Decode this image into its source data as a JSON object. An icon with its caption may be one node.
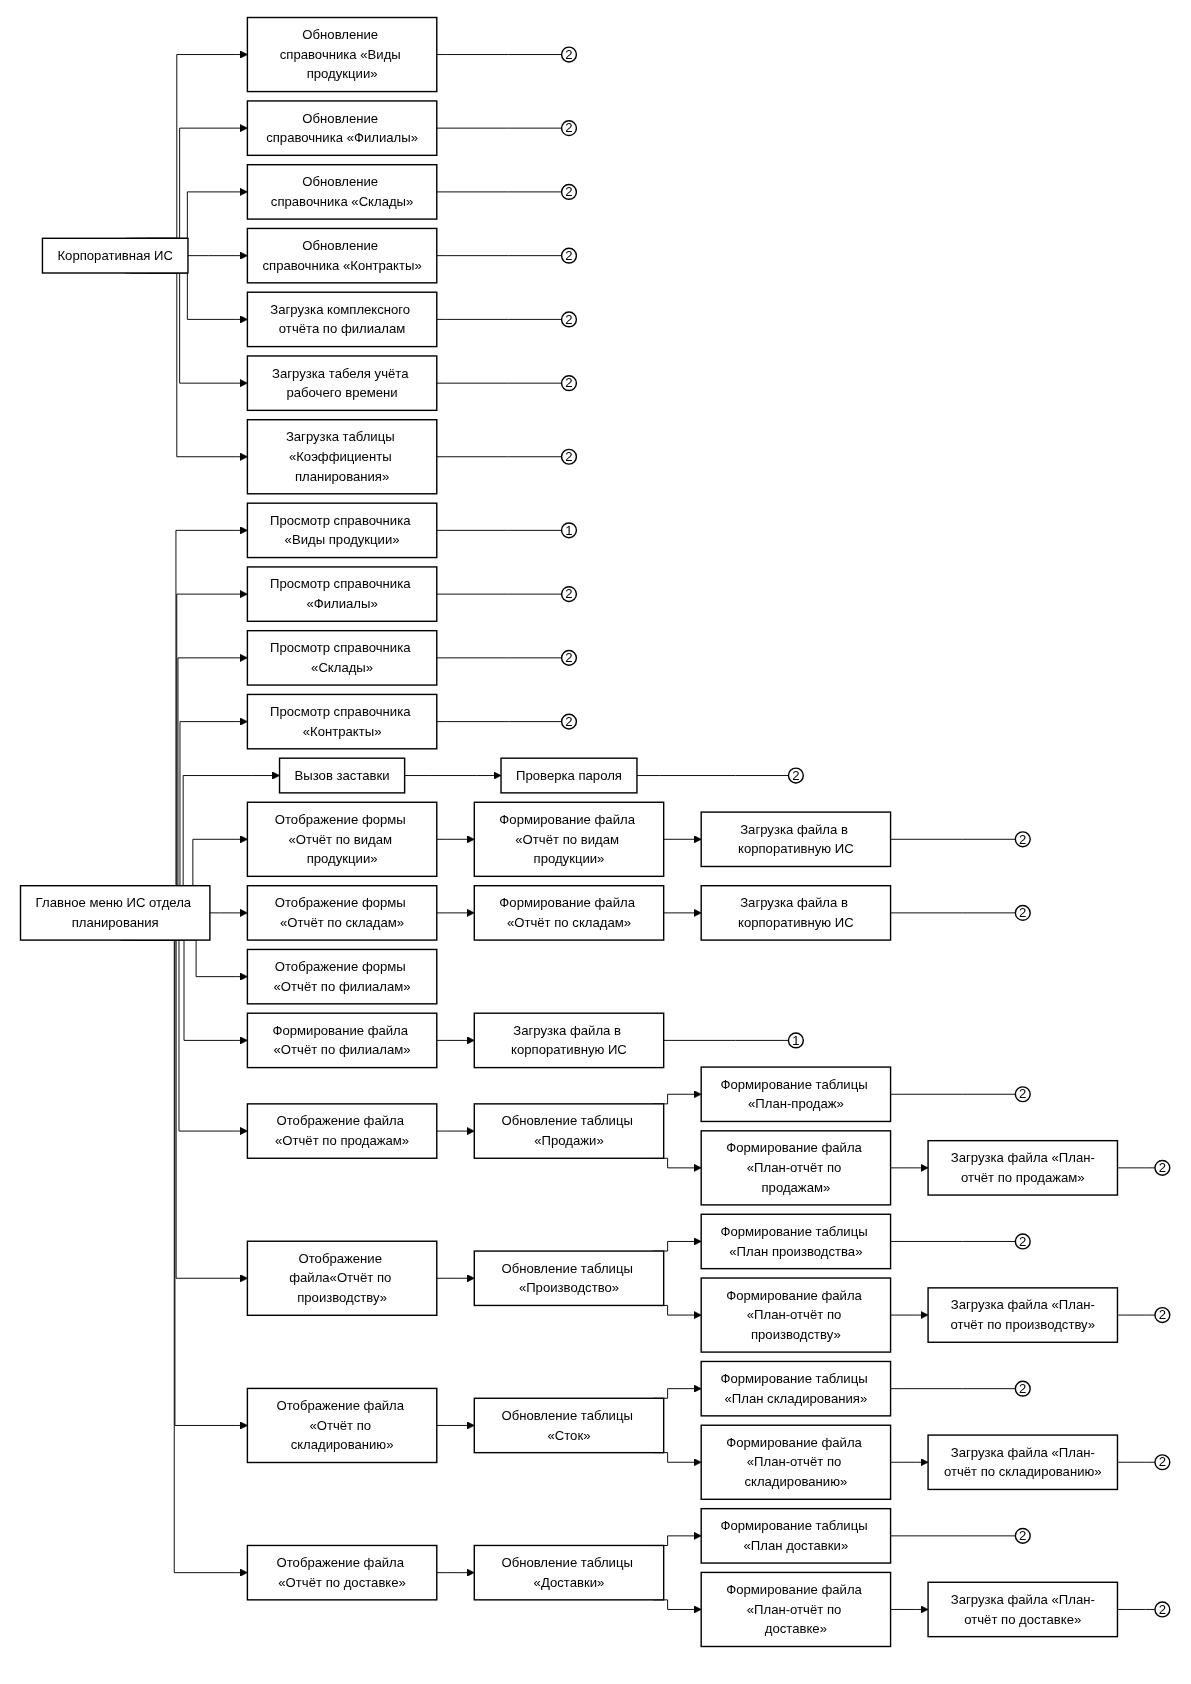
{
  "diagram": {
    "nodes": [
      {
        "text": [
          "Корпоративная ИС"
        ]
      },
      {
        "text": [
          "Главное меню ИС отдела планирования"
        ]
      },
      {
        "text": [
          "Просмотр справочника «Виды продукции»"
        ]
      },
      {
        "text": [
          "1"
        ]
      },
      {
        "text": [
          "Просмотр справочника «Филиалы»"
        ]
      },
      {
        "text": [
          "2"
        ]
      },
      {
        "text": [
          "Просмотр справочника «Склады»"
        ]
      },
      {
        "text": [
          "2"
        ]
      },
      {
        "text": [
          "Просмотр справочника «Контракты»"
        ]
      },
      {
        "text": [
          "2"
        ]
      },
      {
        "text": [
          "Вызов заставки"
        ]
      },
      {
        "text": [
          "Проверка пароля"
        ]
      },
      {
        "text": [
          "2"
        ]
      },
      {
        "text": [
          "Обновление справочника «Виды продукции»"
        ]
      },
      {
        "text": [
          "2"
        ]
      },
      {
        "text": [
          "Обновление справочника «Филиалы»"
        ]
      },
      {
        "text": [
          "2"
        ]
      },
      {
        "text": [
          "Обновление справочника «Склады»"
        ]
      },
      {
        "text": [
          "2"
        ]
      },
      {
        "text": [
          "Обновление справочника «Контракты»"
        ]
      },
      {
        "text": [
          "2"
        ]
      },
      {
        "text": [
          "Загрузка комплексного отчёта по филиалам"
        ]
      },
      {
        "text": [
          "2"
        ]
      },
      {
        "text": [
          "Загрузка табеля учёта рабочего времени"
        ]
      },
      {
        "text": [
          "2"
        ]
      },
      {
        "text": [
          "Загрузка таблицы «Коэффициенты планирования»"
        ]
      },
      {
        "text": [
          "2"
        ]
      },
      {
        "text": [
          "Отображение формы «Отчёт по видам продукции»"
        ]
      },
      {
        "text": [
          "Формирование файла «Отчёт по видам продукции»"
        ]
      },
      {
        "text": [
          "Загрузка файла в корпоративную ИС"
        ]
      },
      {
        "text": [
          "2"
        ]
      },
      {
        "text": [
          "Отображение формы «Отчёт по складам»"
        ]
      },
      {
        "text": [
          "Формирование файла «Отчёт по складам»"
        ]
      },
      {
        "text": [
          "Загрузка файла в корпоративную ИС"
        ]
      },
      {
        "text": [
          "2"
        ]
      },
      {
        "text": [
          "Отображение формы «Отчёт по филиалам»"
        ]
      },
      {
        "text": [
          "Формирование файла «Отчёт по филиалам»"
        ]
      },
      {
        "text": [
          "Загрузка файла в корпоративную ИС"
        ]
      },
      {
        "text": [
          "1"
        ]
      },
      {
        "text": [
          "Отображение файла «Отчёт по продажам»"
        ]
      },
      {
        "text": [
          "Обновление таблицы «Продажи»"
        ]
      },
      {
        "text": [
          "Формирование таблицы «План-продаж»"
        ]
      },
      {
        "text": [
          "2"
        ]
      },
      {
        "text": [
          "Формирование файла «План-отчёт по продажам»"
        ]
      },
      {
        "text": [
          "Загрузка файла «План-отчёт по продажам»"
        ]
      },
      {
        "text": [
          "2"
        ]
      },
      {
        "text": [
          "Отображение файла«Отчёт по производству»"
        ]
      },
      {
        "text": [
          "Обновление таблицы «Производство»"
        ]
      },
      {
        "text": [
          "Формирование таблицы «План производства»"
        ]
      },
      {
        "text": [
          "2"
        ]
      },
      {
        "text": [
          "Формирование файла «План-отчёт по производству»"
        ]
      },
      {
        "text": [
          "Загрузка файла «План-отчёт по производству»"
        ]
      },
      {
        "text": [
          "2"
        ]
      },
      {
        "text": [
          "Отображение файла «Отчёт по складированию»"
        ]
      },
      {
        "text": [
          "Обновление таблицы «Сток»"
        ]
      },
      {
        "text": [
          "Формирование таблицы «План складирования»"
        ]
      },
      {
        "text": [
          "2"
        ]
      },
      {
        "text": [
          "Формирование файла «План-отчёт по складированию»"
        ]
      },
      {
        "text": [
          "Загрузка файла «План-отчёт по складированию»"
        ]
      },
      {
        "text": [
          "2"
        ]
      },
      {
        "text": [
          "Отображение файла «Отчёт по доставке»"
        ]
      },
      {
        "text": [
          "Обновление таблицы «Доставки»"
        ]
      },
      {
        "text": [
          "Формирование таблицы «План доставки»"
        ]
      },
      {
        "text": [
          "2"
        ]
      },
      {
        "text": [
          "Формирование файла «План-отчёт по доставке»"
        ]
      },
      {
        "text": [
          "Загрузка файла «План-отчёт по доставке»"
        ]
      },
      {
        "text": [
          "2"
        ]
      }
    ],
    "edges": [
      {
        "from": 1,
        "to": 2,
        "arrow": "to"
      },
      {
        "from": 2,
        "to": 3,
        "arrow": "none"
      },
      {
        "from": 1,
        "to": 4,
        "arrow": "to"
      },
      {
        "from": 4,
        "to": 5,
        "arrow": "none"
      },
      {
        "from": 1,
        "to": 6,
        "arrow": "to"
      },
      {
        "from": 6,
        "to": 7,
        "arrow": "none"
      },
      {
        "from": 1,
        "to": 8,
        "arrow": "to"
      },
      {
        "from": 8,
        "to": 9,
        "arrow": "none"
      },
      {
        "from": 1,
        "to": 10,
        "arrow": "to"
      },
      {
        "from": 10,
        "to": 11,
        "arrow": "to"
      },
      {
        "from": 11,
        "to": 12,
        "arrow": "none"
      },
      {
        "from": 0,
        "to": 13,
        "arrow": "to"
      },
      {
        "from": 13,
        "to": 14,
        "arrow": "none"
      },
      {
        "from": 0,
        "to": 15,
        "arrow": "to"
      },
      {
        "from": 15,
        "to": 16,
        "arrow": "none"
      },
      {
        "from": 0,
        "to": 17,
        "arrow": "to"
      },
      {
        "from": 17,
        "to": 18,
        "arrow": "none"
      },
      {
        "from": 0,
        "to": 19,
        "arrow": "to"
      },
      {
        "from": 19,
        "to": 20,
        "arrow": "none"
      },
      {
        "from": 0,
        "to": 21,
        "arrow": "to"
      },
      {
        "from": 21,
        "to": 22,
        "arrow": "none"
      },
      {
        "from": 0,
        "to": 23,
        "arrow": "to"
      },
      {
        "from": 23,
        "to": 24,
        "arrow": "none"
      },
      {
        "from": 0,
        "to": 25,
        "arrow": "to"
      },
      {
        "from": 25,
        "to": 26,
        "arrow": "none"
      },
      {
        "from": 1,
        "to": 27,
        "arrow": "to"
      },
      {
        "from": 27,
        "to": 28,
        "arrow": "to"
      },
      {
        "from": 28,
        "to": 29,
        "arrow": "to"
      },
      {
        "from": 29,
        "to": 30,
        "arrow": "none"
      },
      {
        "from": 1,
        "to": 31,
        "arrow": "to"
      },
      {
        "from": 31,
        "to": 32,
        "arrow": "to"
      },
      {
        "from": 32,
        "to": 33,
        "arrow": "to"
      },
      {
        "from": 33,
        "to": 34,
        "arrow": "none"
      },
      {
        "from": 1,
        "to": 35,
        "arrow": "to"
      },
      {
        "from": 1,
        "to": 36,
        "arrow": "to"
      },
      {
        "from": 36,
        "to": 37,
        "arrow": "to"
      },
      {
        "from": 37,
        "to": 38,
        "arrow": "none"
      },
      {
        "from": 1,
        "to": 39,
        "arrow": "to"
      },
      {
        "from": 39,
        "to": 40,
        "arrow": "to"
      },
      {
        "from": 40,
        "to": 41,
        "arrow": "to"
      },
      {
        "from": 41,
        "to": 42,
        "arrow": "none"
      },
      {
        "from": 40,
        "to": 43,
        "arrow": "to"
      },
      {
        "from": 43,
        "to": 44,
        "arrow": "to"
      },
      {
        "from": 44,
        "to": 45,
        "arrow": "none"
      },
      {
        "from": 1,
        "to": 46,
        "arrow": "to"
      },
      {
        "from": 46,
        "to": 47,
        "arrow": "to"
      },
      {
        "from": 47,
        "to": 48,
        "arrow": "to"
      },
      {
        "from": 48,
        "to": 49,
        "arrow": "none"
      },
      {
        "from": 47,
        "to": 50,
        "arrow": "to"
      },
      {
        "from": 50,
        "to": 51,
        "arrow": "to"
      },
      {
        "from": 51,
        "to": 52,
        "arrow": "none"
      },
      {
        "from": 1,
        "to": 53,
        "arrow": "to"
      },
      {
        "from": 53,
        "to": 54,
        "arrow": "to"
      },
      {
        "from": 54,
        "to": 55,
        "arrow": "to"
      },
      {
        "from": 55,
        "to": 56,
        "arrow": "none"
      },
      {
        "from": 54,
        "to": 57,
        "arrow": "to"
      },
      {
        "from": 57,
        "to": 58,
        "arrow": "to"
      },
      {
        "from": 58,
        "to": 59,
        "arrow": "none"
      },
      {
        "from": 1,
        "to": 60,
        "arrow": "to"
      },
      {
        "from": 60,
        "to": 61,
        "arrow": "to"
      },
      {
        "from": 61,
        "to": 62,
        "arrow": "to"
      },
      {
        "from": 62,
        "to": 63,
        "arrow": "none"
      },
      {
        "from": 61,
        "to": 64,
        "arrow": "to"
      },
      {
        "from": 64,
        "to": 65,
        "arrow": "to"
      },
      {
        "from": 65,
        "to": 66,
        "arrow": "none"
      }
    ]
  }
}
